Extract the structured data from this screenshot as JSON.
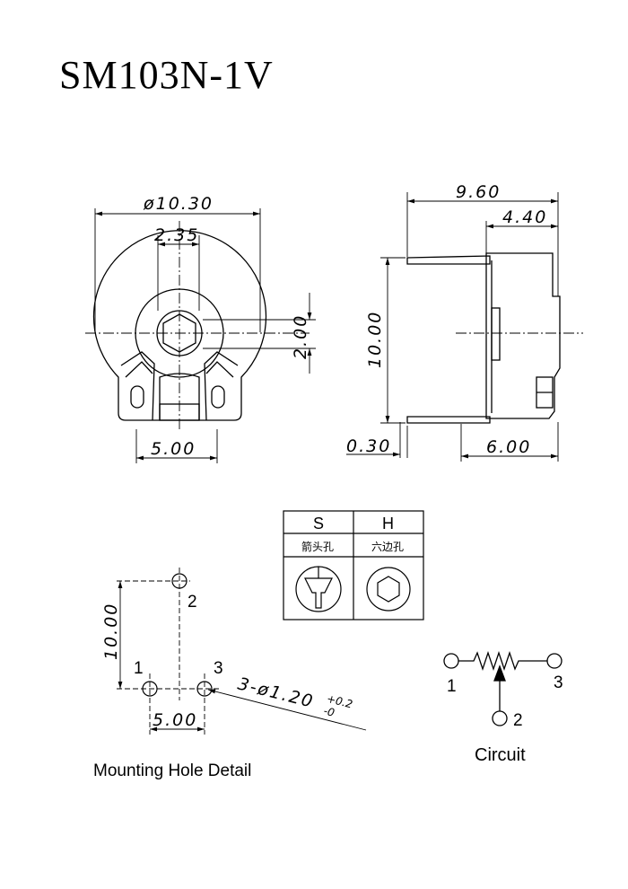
{
  "title": "SM103N-1V",
  "front_view": {
    "dia_label": "ø10.30",
    "hole_label": "2.35",
    "height_label": "2.00",
    "pitch_label": "5.00"
  },
  "side_view": {
    "width_label": "9.60",
    "body_label": "4.40",
    "height_label": "10.00",
    "thick_label": "0.30",
    "base_label": "6.00"
  },
  "type_table": {
    "col_s": "S",
    "col_h": "H",
    "s_desc": "箭头孔",
    "h_desc": "六边孔"
  },
  "mounting": {
    "height_label": "10.00",
    "pitch_label": "5.00",
    "hole_label_main": "3-ø1.20",
    "hole_tol_upper": "+0.2",
    "hole_tol_lower": "-0",
    "pin1": "1",
    "pin2": "2",
    "pin3": "3",
    "caption": "Mounting Hole Detail"
  },
  "circuit": {
    "pin1": "1",
    "pin2": "2",
    "pin3": "3",
    "caption": "Circuit"
  }
}
